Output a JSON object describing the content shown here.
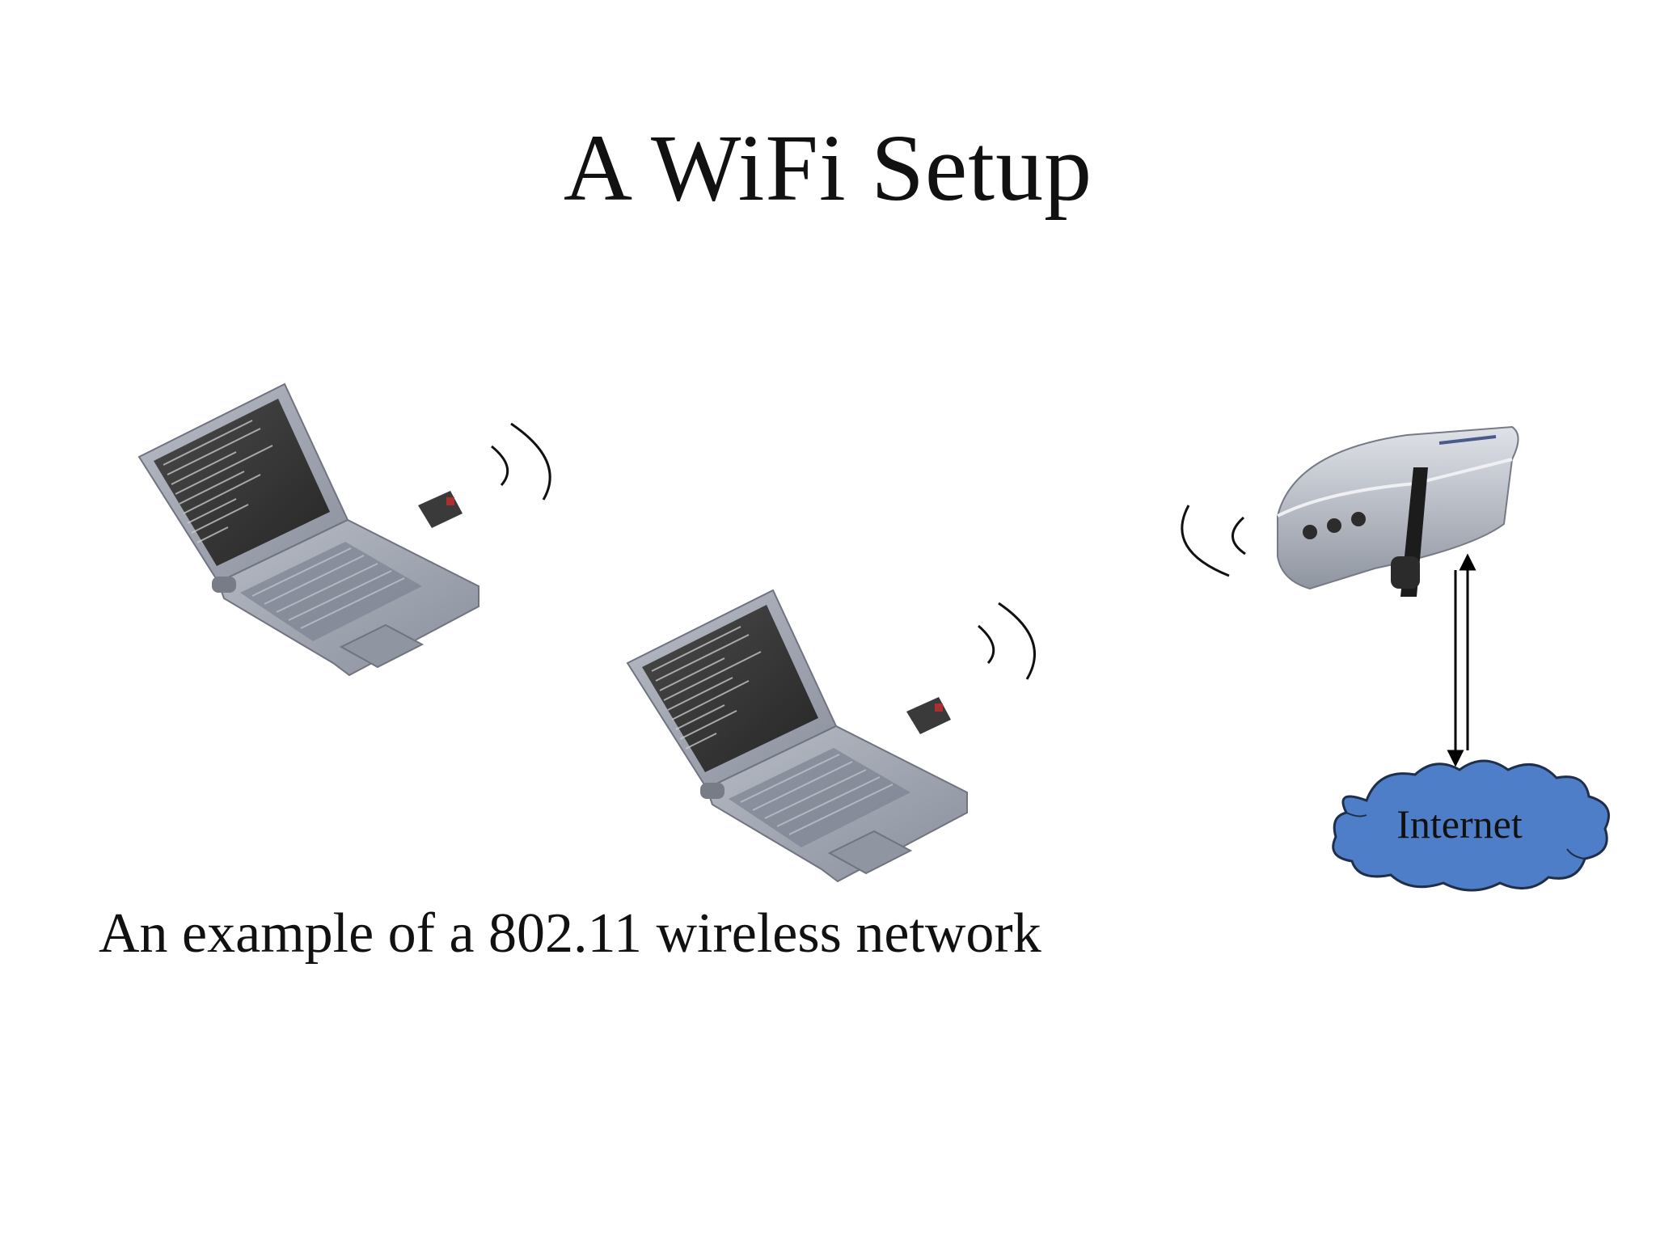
{
  "slide": {
    "title": "A WiFi Setup",
    "caption": "An example of a 802.11 wireless network"
  },
  "internet_cloud": {
    "label": "Internet",
    "fill_color": "#4f7ec8",
    "stroke_color": "#1f2f4a"
  },
  "icons": {
    "laptop_1": "laptop-icon",
    "laptop_2": "laptop-icon",
    "access_point": "wireless-router-icon",
    "signal_waves": "wifi-signal-icon",
    "link_arrows": "bidirectional-arrow-icon"
  },
  "colors": {
    "background": "#ffffff",
    "text": "#111111",
    "laptop_body": "#9ea4b0",
    "laptop_screen": "#3a3a3a",
    "router_body": "#b9bec8"
  }
}
